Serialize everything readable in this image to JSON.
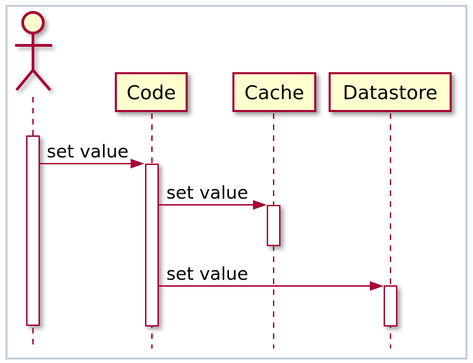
{
  "diagram": {
    "kind": "sequence-diagram",
    "actor": {
      "id": "user",
      "label": ""
    },
    "participants": [
      {
        "id": "code",
        "label": "Code"
      },
      {
        "id": "cache",
        "label": "Cache"
      },
      {
        "id": "datastore",
        "label": "Datastore"
      }
    ],
    "messages": [
      {
        "from": "user",
        "to": "Code",
        "label": "set value"
      },
      {
        "from": "Code",
        "to": "Cache",
        "label": "set value"
      },
      {
        "from": "Code",
        "to": "Datastore",
        "label": "set value"
      }
    ],
    "colors": {
      "stroke": "#A80036",
      "participant_fill": "#FEFECE",
      "text": "#000000",
      "frame_border": "#C6CEDB",
      "background": "#FFFFFF"
    }
  }
}
